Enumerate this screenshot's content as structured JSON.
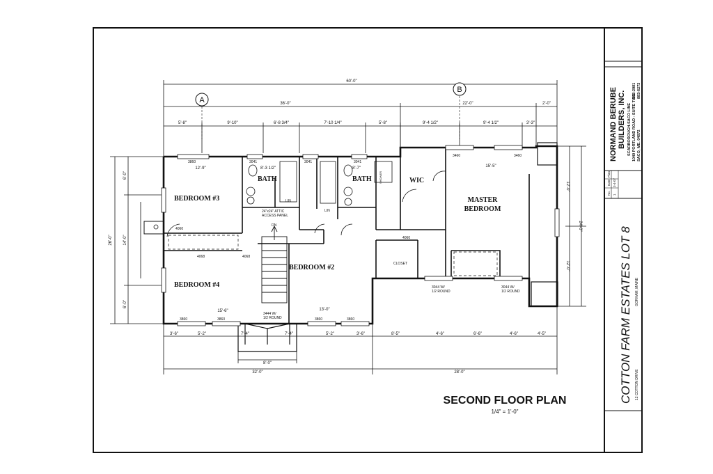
{
  "title": "SECOND FLOOR PLAN",
  "scale": "1/4\" = 1'-0\"",
  "grid_markers": [
    "A",
    "B"
  ],
  "rooms": {
    "bedroom3": "BEDROOM #3",
    "bedroom4": "BEDROOM #4",
    "bedroom2": "BEDROOM #2",
    "master_line1": "MASTER",
    "master_line2": "BEDROOM",
    "bath1": "BATH",
    "bath2": "BATH",
    "wic": "WIC",
    "closet": "CLOSET",
    "lin1": "LIN",
    "lin2": "LIN",
    "dn": "DN"
  },
  "notes": {
    "attic_line1": "24\"x24\" ATTIC",
    "attic_line2": "ACCESS PANEL",
    "round1_line1": "3444 W/",
    "round1_line2": "1/2 ROUND",
    "round2_line1": "3044 W/",
    "round2_line2": "1/2 ROUND",
    "round3_line1": "3044 W/",
    "round3_line2": "1/2 ROUND",
    "shower": "SHOWER"
  },
  "dimensions": {
    "top_overall": "60'-0\"",
    "top_left": "36'-0\"",
    "top_right": "22'-0\"",
    "top_right_end": "2'-0\"",
    "chain": [
      "5'-8\"",
      "9'-10\"",
      "6'-8 3/4\"",
      "7'-10 1/4\"",
      "5'-8\"",
      "9'-4 1/2\"",
      "9'-4 1/2\"",
      "3'-3\""
    ],
    "bottom_chain": [
      "3'-6\"",
      "5'-2\"",
      "7'-4\"",
      "7'-4\"",
      "5'-2\"",
      "3'-6\"",
      "8'-5\"",
      "4'-6\"",
      "6'-6\"",
      "4'-6\"",
      "4'-5\""
    ],
    "bottom_left": "32'-0\"",
    "bottom_right": "28'-0\"",
    "bay": "8'-0\"",
    "left_overall": "26'-0\"",
    "left_mid": "14'-0\"",
    "left_top": "6'-0\"",
    "left_bot": "6'-0\"",
    "right_overall": "24'-0\"",
    "right_top": "12'-0\"",
    "right_bot": "12'-0\"",
    "bed3_w": "12'-9\"",
    "bed4_w": "15'-6\"",
    "bed2_w": "13'-0\"",
    "master_w": "15'-5\"",
    "bath1_w": "8'-3 1/2\"",
    "bath2_w": "8'-7\"",
    "windows": [
      "3860",
      "3041",
      "3041",
      "3041",
      "3460",
      "3460",
      "3860",
      "3860",
      "3860",
      "3860",
      "4060",
      "4068",
      "4068",
      "4060"
    ]
  },
  "title_block": {
    "company_line1": "NORMAND BERUBE",
    "company_line2": "BUILDERS, INC.",
    "company_line3": "SCARBOROUGH-SACO LINE",
    "address_line1": "1040 PORTLAND ROAD - SUITE TWO",
    "address_line2": "SACO, ME. 04072",
    "phone1": "282-2981",
    "phone2": "883-6273",
    "project": "COTTON FARM ESTATES LOT 8",
    "street": "12 COTTON DRIVE",
    "town": "GORHAM, MAINE",
    "rev_header": [
      "No.",
      "Date",
      "Plan"
    ],
    "rev_row": [
      "1",
      "3-4-07",
      ""
    ]
  }
}
